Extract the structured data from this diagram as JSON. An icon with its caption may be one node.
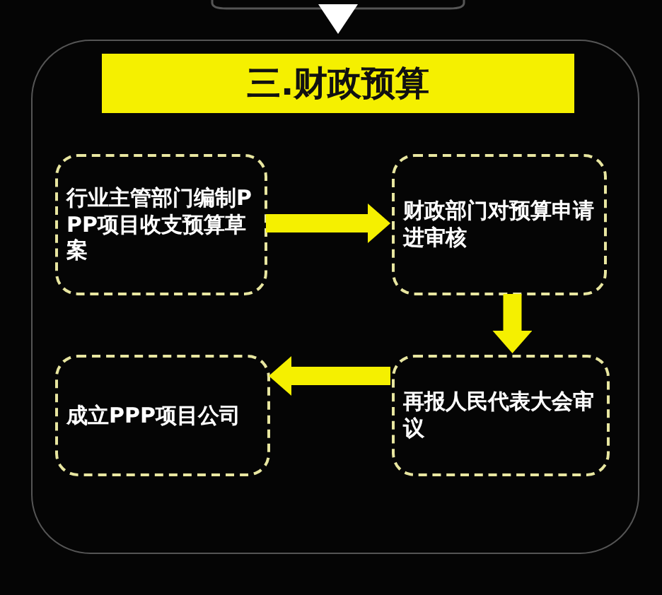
{
  "diagram": {
    "nodes": [
      {
        "text": [
          "三.财政预算"
        ]
      },
      {
        "text": [
          "行业主管部门编制PPP项目收支预算草案"
        ],
        "in": 0
      },
      {
        "text": [
          "财政部门对预算申请进审核"
        ],
        "in": 0
      },
      {
        "text": [
          "成立PPP项目公司"
        ],
        "in": 0
      },
      {
        "text": [
          "再报人民代表大会审议"
        ],
        "in": 0
      }
    ],
    "edges": [
      {
        "from": 1,
        "to": 2,
        "arrow": "to"
      },
      {
        "from": 2,
        "to": 4,
        "arrow": "to"
      },
      {
        "from": 4,
        "to": 3,
        "arrow": "to"
      }
    ]
  }
}
